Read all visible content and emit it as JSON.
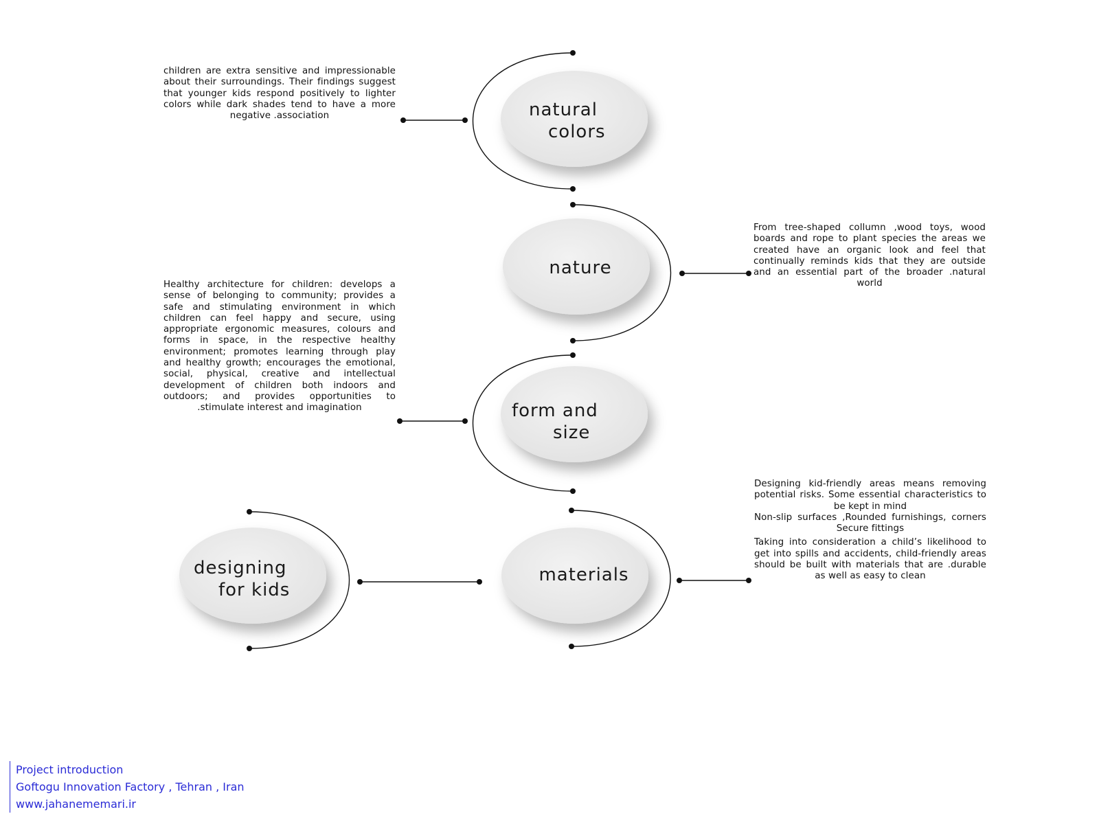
{
  "nodes": {
    "natural_colors": {
      "line1": "natural",
      "line2": "colors"
    },
    "nature": {
      "line1": "nature"
    },
    "form_and_size": {
      "line1": "form and",
      "line2": "size"
    },
    "materials": {
      "line1": "materials"
    },
    "designing_for_kids": {
      "line1": "designing",
      "line2": "for kids"
    }
  },
  "descriptions": {
    "natural_colors": "children are extra sensitive and impressionable about their surroundings. Their findings suggest that younger kids respond positively to lighter colors while dark shades tend to have a more negative .association",
    "nature": "From tree-shaped collumn ,wood toys, wood boards and rope to plant species the areas we created have an organic look and feel that continually reminds kids that they are outside and an essential part of the broader .natural world",
    "form_and_size": "Healthy architecture for children: develops a sense of belonging to community; provides a safe and stimulating environment in which children can feel happy and secure, using appropriate ergonomic measures, colours and forms in space, in the respective healthy environment; promotes learning through play and healthy growth; encourages the emotional, social, physical, creative and intellectual development of children both indoors and outdoors; and provides opportunities to .stimulate interest and imagination",
    "materials_p1": "Designing kid-friendly areas means removing potential risks. Some essential characteristics to be kept in mind",
    "materials_p2": "Non-slip surfaces ,Rounded furnishings, corners Secure fittings",
    "materials_p3": "Taking into consideration a child’s likelihood to get into spills and accidents, child-friendly areas should be built with materials that are .durable as well as easy to clean"
  },
  "footer": {
    "line1": "Project introduction",
    "line2": "Goftogu Innovation Factory , Tehran , Iran",
    "line3": "www.jahanememari.ir"
  },
  "colors": {
    "footer_text": "#2a2bd6",
    "circle_fill": "#e8e8e8",
    "line": "#111111"
  }
}
